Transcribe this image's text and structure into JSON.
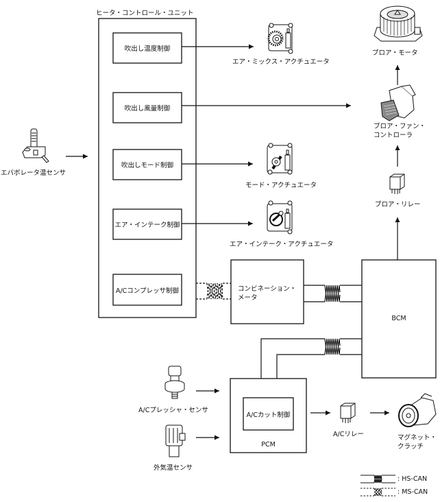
{
  "diagram": {
    "heater_unit": {
      "title": "ヒータ・コントロール・ユニット",
      "controls": [
        "吹出し温度制御",
        "吹出し風量制御",
        "吹出しモード制御",
        "エア・インテーク制御",
        "A/Cコンプレッサ制御"
      ]
    },
    "components": {
      "evaporator_sensor": "エバポレータ温センサ",
      "air_mix_actuator": "エア・ミックス・アクチュエータ",
      "mode_actuator": "モード・アクチュエータ",
      "air_intake_actuator": "エア・インテーク・アクチュエータ",
      "blower_motor": "ブロア・モータ",
      "blower_fan_controller_line1": "ブロア・ファン・",
      "blower_fan_controller_line2": "コントローラ",
      "blower_relay": "ブロア・リレー",
      "combination_meter_line1": "コンビネーション・",
      "combination_meter_line2": "メータ",
      "bcm": "BCM",
      "pcm": "PCM",
      "ac_cut_control": "A/Cカット制御",
      "ac_pressure_sensor": "A/Cプレッシャ・センサ",
      "ambient_temp_sensor": "外気温センサ",
      "ac_relay": "A/Cリレー",
      "magnet_clutch_line1": "マグネット・",
      "magnet_clutch_line2": "クラッチ"
    },
    "legend": {
      "hs_can": ": HS-CAN",
      "ms_can": ": MS-CAN"
    }
  }
}
